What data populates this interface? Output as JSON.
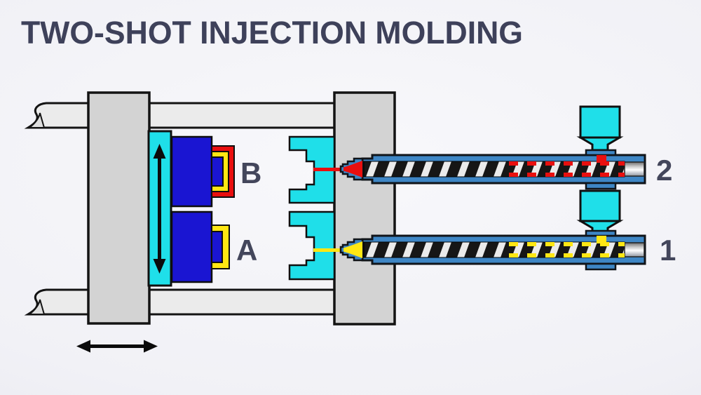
{
  "title": "TWO-SHOT INJECTION MOLDING",
  "labels": {
    "station_b": "B",
    "station_a": "A",
    "injection_unit_top": "2",
    "injection_unit_bottom": "1"
  },
  "colors": {
    "title_text": "#3e415a",
    "machine_cyan": "#1fdfe9",
    "core_blue": "#1a15d2",
    "barrel_blue": "#3e86c5",
    "material_red": "#e90f0f",
    "material_yellow": "#ffe713",
    "platen_gray": "#d3d3d3",
    "tie_bar_gray": "#ebebeb",
    "screw_band_black": "#161616",
    "outline_black": "#111111"
  }
}
